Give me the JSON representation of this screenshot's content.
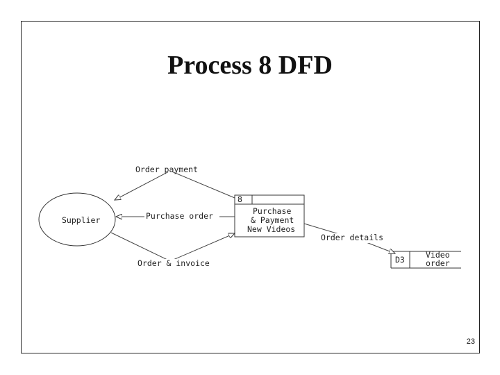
{
  "slide": {
    "title": "Process 8 DFD",
    "page_number": "23"
  },
  "diagram": {
    "entity": {
      "label": "Supplier"
    },
    "process": {
      "id": "8",
      "label_lines": [
        "Purchase",
        "& Payment",
        "New Videos"
      ]
    },
    "data_store": {
      "id": "D3",
      "label_lines": [
        "Video",
        "order"
      ]
    },
    "flows": {
      "order_payment": "Order payment",
      "purchase_order": "Purchase order",
      "order_invoice": "Order & invoice",
      "order_details": "Order details"
    }
  }
}
